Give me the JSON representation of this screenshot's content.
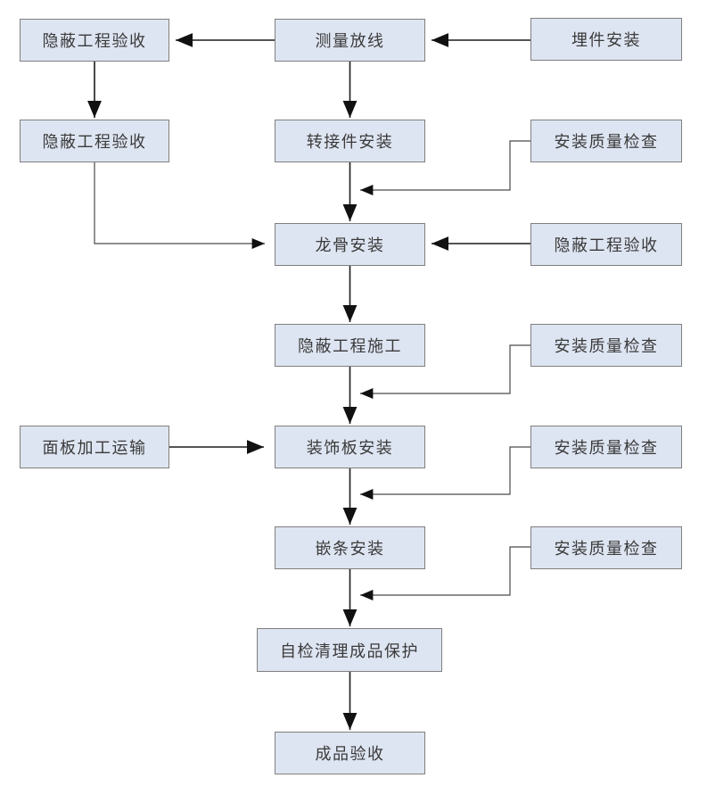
{
  "diagram": {
    "title": "curtain-wall installation process flowchart",
    "colors": {
      "background": "#ffffff",
      "node_fill": "#dee5f2",
      "node_border": "#7f7f7f",
      "node_text": "#3a3a3a",
      "arrow": "#1c1c1c"
    },
    "nodes": [
      {
        "id": "hidden-acceptance-1",
        "label": "隐蔽工程验收"
      },
      {
        "id": "measure-layout",
        "label": "测量放线"
      },
      {
        "id": "embed-install",
        "label": "埋件安装"
      },
      {
        "id": "hidden-acceptance-2",
        "label": "隐蔽工程验收"
      },
      {
        "id": "adapter-install",
        "label": "转接件安装"
      },
      {
        "id": "quality-check-1",
        "label": "安装质量检查"
      },
      {
        "id": "keel-install",
        "label": "龙骨安装"
      },
      {
        "id": "hidden-acceptance-3",
        "label": "隐蔽工程验收"
      },
      {
        "id": "hidden-work-construction",
        "label": "隐蔽工程施工"
      },
      {
        "id": "quality-check-2",
        "label": "安装质量检查"
      },
      {
        "id": "panel-processing-transport",
        "label": "面板加工运输"
      },
      {
        "id": "decorative-panel-install",
        "label": "装饰板安装"
      },
      {
        "id": "quality-check-3",
        "label": "安装质量检查"
      },
      {
        "id": "trim-strip-install",
        "label": "嵌条安装"
      },
      {
        "id": "quality-check-4",
        "label": "安装质量检查"
      },
      {
        "id": "self-check-cleanup-protection",
        "label": "自检清理成品保护"
      },
      {
        "id": "finished-product-acceptance",
        "label": "成品验收"
      }
    ],
    "edges": [
      {
        "from": "embed-install",
        "to": "measure-layout"
      },
      {
        "from": "measure-layout",
        "to": "hidden-acceptance-1"
      },
      {
        "from": "hidden-acceptance-1",
        "to": "hidden-acceptance-2"
      },
      {
        "from": "measure-layout",
        "to": "adapter-install"
      },
      {
        "from": "adapter-install",
        "to": "keel-install"
      },
      {
        "from": "quality-check-1",
        "to": "keel-install"
      },
      {
        "from": "hidden-acceptance-2",
        "to": "keel-install"
      },
      {
        "from": "hidden-acceptance-3",
        "to": "keel-install"
      },
      {
        "from": "keel-install",
        "to": "hidden-work-construction"
      },
      {
        "from": "hidden-work-construction",
        "to": "decorative-panel-install"
      },
      {
        "from": "quality-check-2",
        "to": "decorative-panel-install"
      },
      {
        "from": "panel-processing-transport",
        "to": "decorative-panel-install"
      },
      {
        "from": "decorative-panel-install",
        "to": "trim-strip-install"
      },
      {
        "from": "quality-check-3",
        "to": "trim-strip-install"
      },
      {
        "from": "trim-strip-install",
        "to": "self-check-cleanup-protection"
      },
      {
        "from": "quality-check-4",
        "to": "self-check-cleanup-protection"
      },
      {
        "from": "self-check-cleanup-protection",
        "to": "finished-product-acceptance"
      }
    ]
  }
}
